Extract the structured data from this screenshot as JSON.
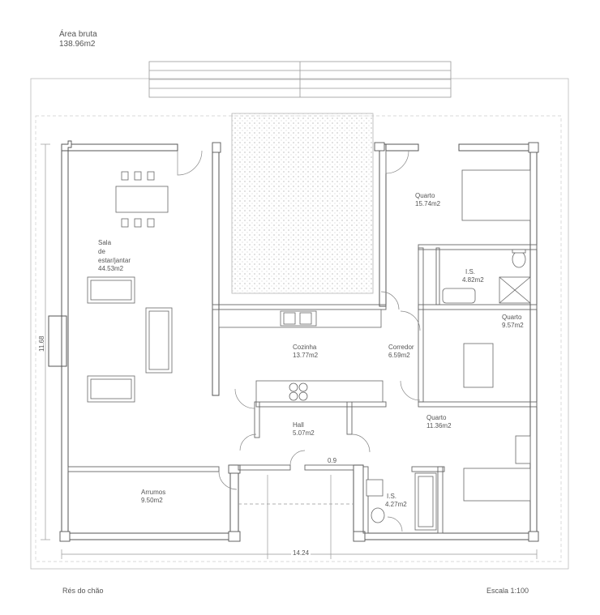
{
  "header": {
    "gross_area_label": "Área bruta",
    "gross_area_value": "138.96m2"
  },
  "footer": {
    "floor_name": "Rés do chão",
    "scale": "Escala 1:100"
  },
  "rooms": {
    "sala_1": "Sala",
    "sala_2": "de",
    "sala_3": "estar/jantar",
    "sala_area": "44.53m2",
    "quarto1_name": "Quarto",
    "quarto1_area": "15.74m2",
    "is1_name": "I.S.",
    "is1_area": "4.82m2",
    "quarto2_name": "Quarto",
    "quarto2_area": "9.57m2",
    "cozinha_name": "Cozinha",
    "cozinha_area": "13.77m2",
    "corredor_name": "Corredor",
    "corredor_area": "6.59m2",
    "quarto3_name": "Quarto",
    "quarto3_area": "11.36m2",
    "hall_name": "Hall",
    "hall_area": "5.07m2",
    "arrumos_name": "Arrumos",
    "arrumos_area": "9.50m2",
    "is2_name": "I.S.",
    "is2_area": "4.27m2"
  },
  "dimensions": {
    "width": "14.24",
    "height": "11.68",
    "door": "0.9"
  }
}
